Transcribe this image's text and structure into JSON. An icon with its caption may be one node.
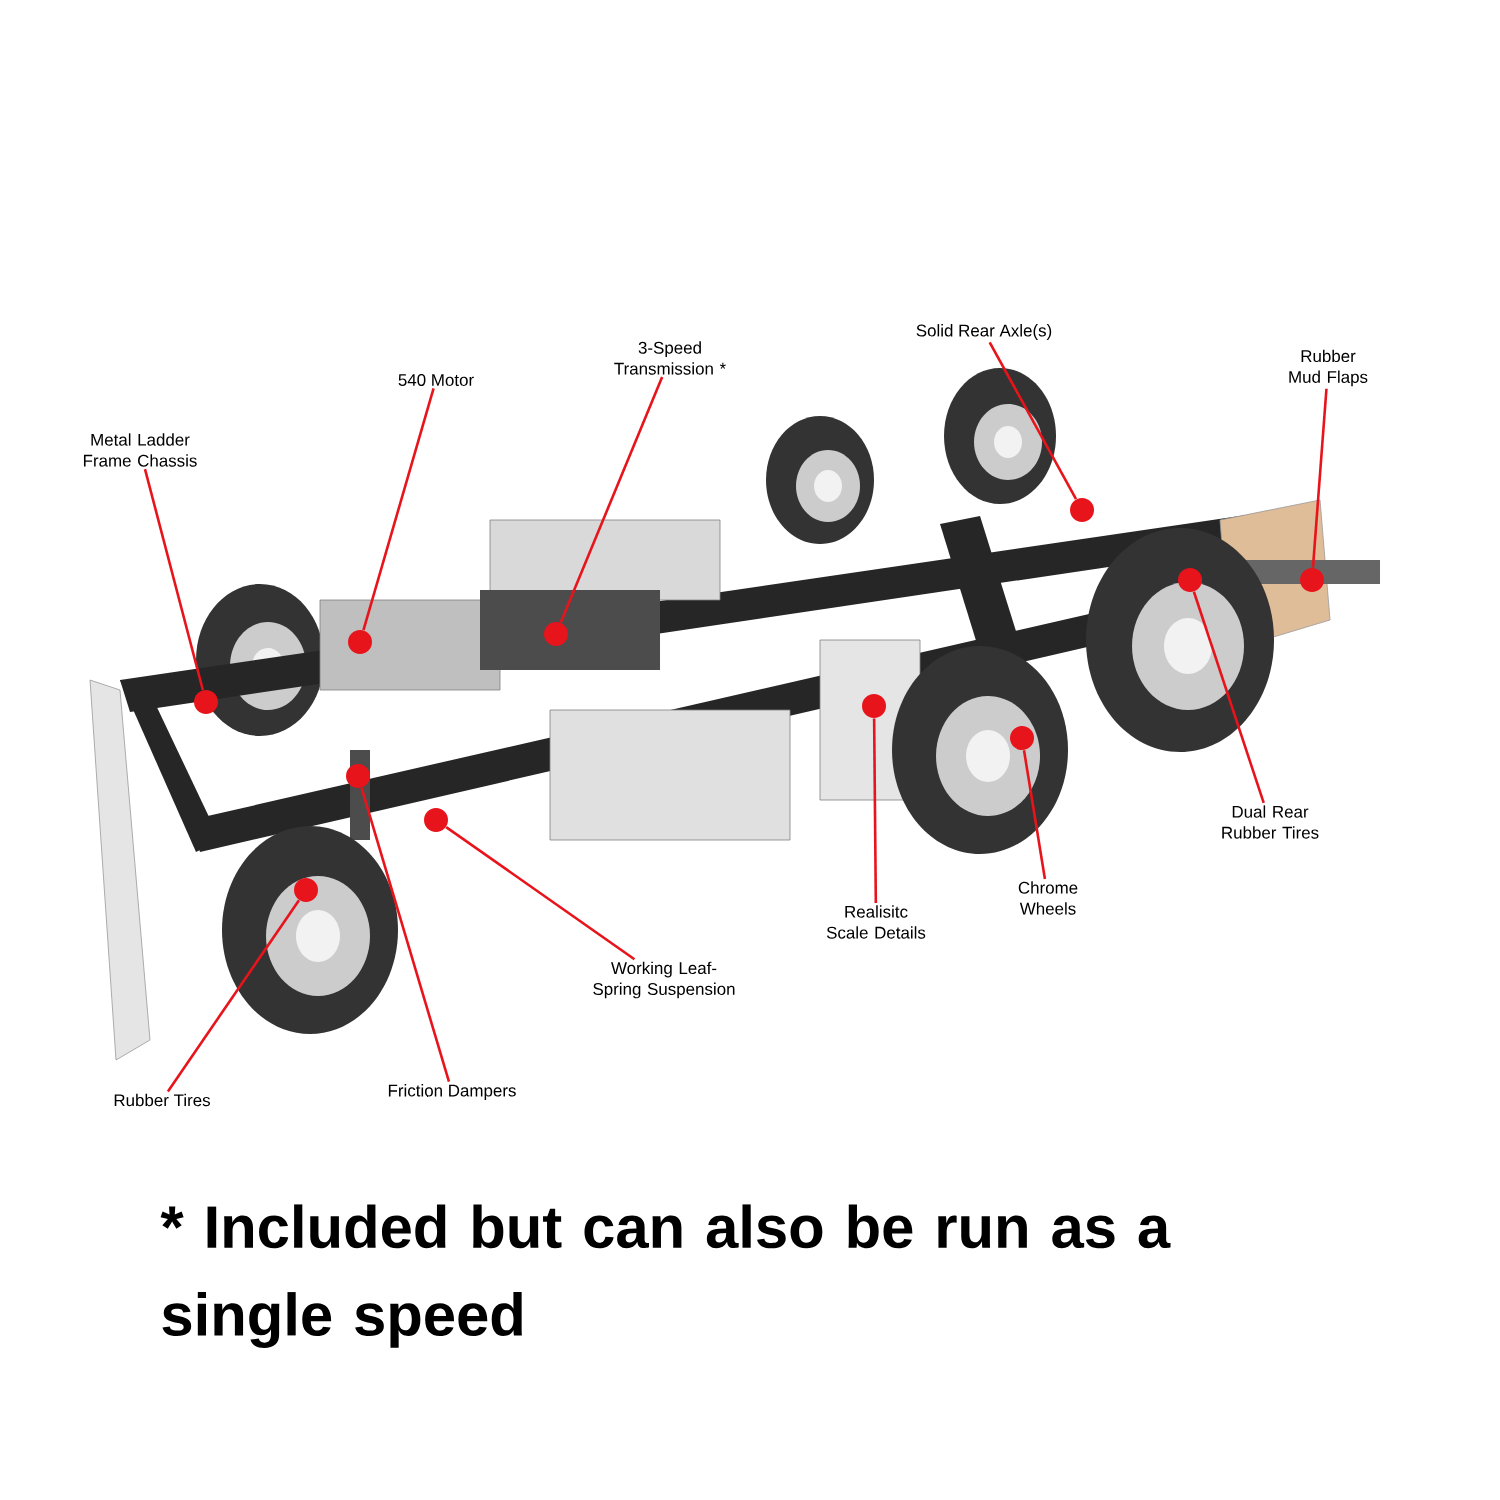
{
  "diagram": {
    "nodes": [
      {
        "text": [
          "Metal Ladder Frame Chassis"
        ]
      },
      {
        "text": [
          "540 Motor"
        ]
      },
      {
        "text": [
          "3-Speed Transmission *"
        ]
      },
      {
        "text": [
          "Solid Rear Axle(s)"
        ]
      },
      {
        "text": [
          "Rubber Mud Flaps"
        ]
      },
      {
        "text": [
          "Dual Rear Rubber Tires"
        ]
      },
      {
        "text": [
          "Chrome Wheels"
        ]
      },
      {
        "text": [
          "Realisitc Scale Details"
        ]
      },
      {
        "text": [
          "Working Leaf-Spring Suspension"
        ]
      },
      {
        "text": [
          "Friction Dampers"
        ]
      },
      {
        "text": [
          "Rubber Tires"
        ]
      },
      {
        "text": [],
        "shape": "circle"
      },
      {
        "text": [],
        "shape": "circle"
      },
      {
        "text": [],
        "shape": "circle"
      },
      {
        "text": [],
        "shape": "circle"
      },
      {
        "text": [],
        "shape": "circle"
      },
      {
        "text": [],
        "shape": "circle"
      },
      {
        "text": [],
        "shape": "circle"
      },
      {
        "text": [],
        "shape": "circle"
      },
      {
        "text": [],
        "shape": "circle"
      },
      {
        "text": [],
        "shape": "circle"
      },
      {
        "text": [],
        "shape": "circle"
      }
    ],
    "edges": [
      {
        "from": 0,
        "to": 11,
        "arrow": "none"
      },
      {
        "from": 1,
        "to": 12,
        "arrow": "none"
      },
      {
        "from": 2,
        "to": 13,
        "arrow": "none"
      },
      {
        "from": 3,
        "to": 14,
        "arrow": "none"
      },
      {
        "from": 4,
        "to": 15,
        "arrow": "none"
      },
      {
        "from": 5,
        "to": 16,
        "arrow": "none"
      },
      {
        "from": 6,
        "to": 17,
        "arrow": "none"
      },
      {
        "from": 7,
        "to": 18,
        "arrow": "none"
      },
      {
        "from": 8,
        "to": 19,
        "arrow": "none"
      },
      {
        "from": 9,
        "to": 20,
        "arrow": "none"
      },
      {
        "from": 10,
        "to": 21,
        "arrow": "none"
      }
    ],
    "labels": [
      "* Included but can also be run as a single speed"
    ]
  }
}
